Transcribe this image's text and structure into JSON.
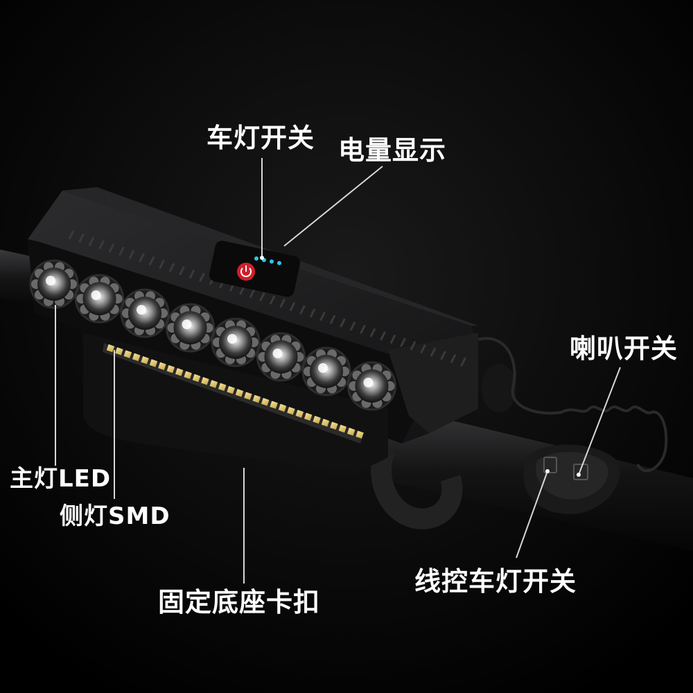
{
  "labels": {
    "headlight_switch": "车灯开关",
    "battery_display": "电量显示",
    "horn_switch": "喇叭开关",
    "main_led": "主灯LED",
    "side_smd": "侧灯SMD",
    "mount_clip": "固定底座卡扣",
    "wired_switch": "线控车灯开关"
  },
  "colors": {
    "background": "#000000",
    "body": "#1b1b1c",
    "power_button": "#d0202a",
    "battery_led": "#2fc6e6",
    "smd_strip": "#e8d27a",
    "leader_line": "#d8d8d8"
  },
  "battery_leds_lit": 4,
  "main_led_count": 8,
  "icons": [
    "power-icon",
    "horn-icon",
    "light-icon"
  ]
}
